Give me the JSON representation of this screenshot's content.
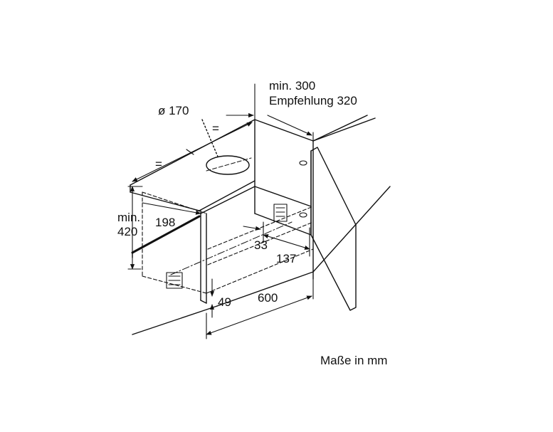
{
  "labels": {
    "min_300": "min. 300",
    "empfehlung_320": "Empfehlung 320",
    "diameter_170": "ø 170",
    "equal_1": "=",
    "equal_2": "=",
    "min": "min.",
    "val_420": "420",
    "val_198": "198",
    "val_33": "33",
    "val_137": "137",
    "val_49": "49",
    "val_600": "600"
  },
  "caption": "Maße in mm"
}
